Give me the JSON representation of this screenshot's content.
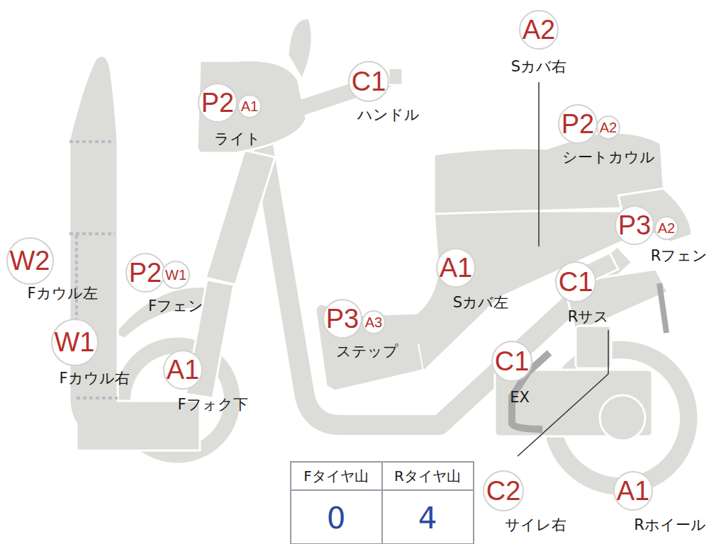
{
  "diagram": {
    "nodes": [
      {
        "text": [
          "A2"
        ]
      },
      {
        "text": [
          "P2"
        ]
      },
      {
        "text": [
          "A1"
        ]
      },
      {
        "text": [
          "C1"
        ]
      },
      {
        "text": [
          "P2"
        ]
      },
      {
        "text": [
          "A2"
        ]
      },
      {
        "text": [
          "P3"
        ]
      },
      {
        "text": [
          "A2"
        ]
      },
      {
        "text": [
          "W2"
        ]
      },
      {
        "text": [
          "A1"
        ]
      },
      {
        "text": [
          "P2"
        ]
      },
      {
        "text": [
          "W1"
        ]
      },
      {
        "text": [
          "C1"
        ]
      },
      {
        "text": [
          "P3"
        ]
      },
      {
        "text": [
          "A3"
        ]
      },
      {
        "text": [
          "W1"
        ]
      },
      {
        "text": [
          "A1"
        ]
      },
      {
        "text": [
          "C1"
        ]
      },
      {
        "text": [
          "C2"
        ]
      },
      {
        "text": [
          "A1"
        ]
      }
    ],
    "labels": [
      "Sカバ右",
      "ライト",
      "ハンドル",
      "シートカウル",
      "Rフェン",
      "Fカウル左",
      "Fフェン",
      "Sカバ左",
      "Rサス",
      "ステップ",
      "Fカウル右",
      "Fフォク下",
      "EX",
      "Fタイヤ山",
      "Rタイヤ山",
      "0",
      "4",
      "サイレ右",
      "Rホイール"
    ]
  }
}
